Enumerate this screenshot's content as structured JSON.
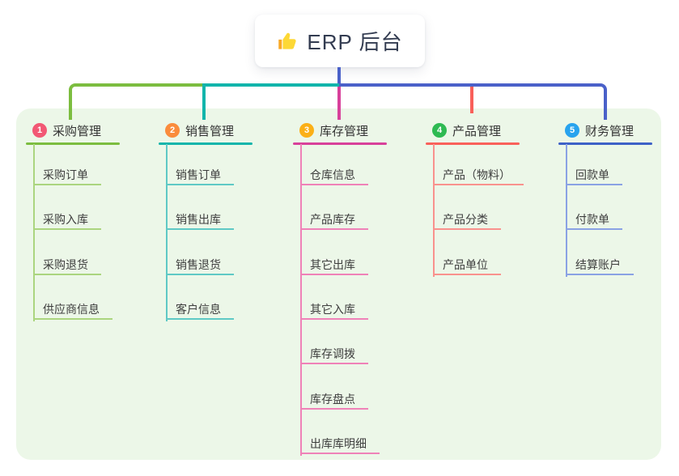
{
  "root": {
    "icon": "thumbs-up-icon",
    "label": "ERP 后台"
  },
  "branches": [
    {
      "id": "purchase",
      "number": "1",
      "title": "采购管理",
      "badge_color": "#f25874",
      "line_color": "#7cbd3f",
      "child_line_color": "#abd57f",
      "children": [
        "采购订单",
        "采购入库",
        "采购退货",
        "供应商信息"
      ]
    },
    {
      "id": "sales",
      "number": "2",
      "title": "销售管理",
      "badge_color": "#fa8c3c",
      "line_color": "#12b5ab",
      "child_line_color": "#5fc9c5",
      "children": [
        "销售订单",
        "销售出库",
        "销售退货",
        "客户信息"
      ]
    },
    {
      "id": "inventory",
      "number": "3",
      "title": "库存管理",
      "badge_color": "#fbb017",
      "line_color": "#d8409a",
      "child_line_color": "#ef82b8",
      "children": [
        "仓库信息",
        "产品库存",
        "其它出库",
        "其它入库",
        "库存调拨",
        "库存盘点",
        "出库库明细"
      ]
    },
    {
      "id": "product",
      "number": "4",
      "title": "产品管理",
      "badge_color": "#2eba52",
      "line_color": "#f9605a",
      "child_line_color": "#f9928d",
      "children": [
        "产品（物料）",
        "产品分类",
        "产品单位"
      ]
    },
    {
      "id": "finance",
      "number": "5",
      "title": "财务管理",
      "badge_color": "#28a3ee",
      "line_color": "#3e61c7",
      "child_line_color": "#8aa2e4",
      "children": [
        "回款单",
        "付款单",
        "结算账户"
      ]
    }
  ],
  "colors": {
    "stem": "#4a61c9",
    "panel_bg": "#ecf7e8",
    "icon_yellow": "#fdd835"
  }
}
